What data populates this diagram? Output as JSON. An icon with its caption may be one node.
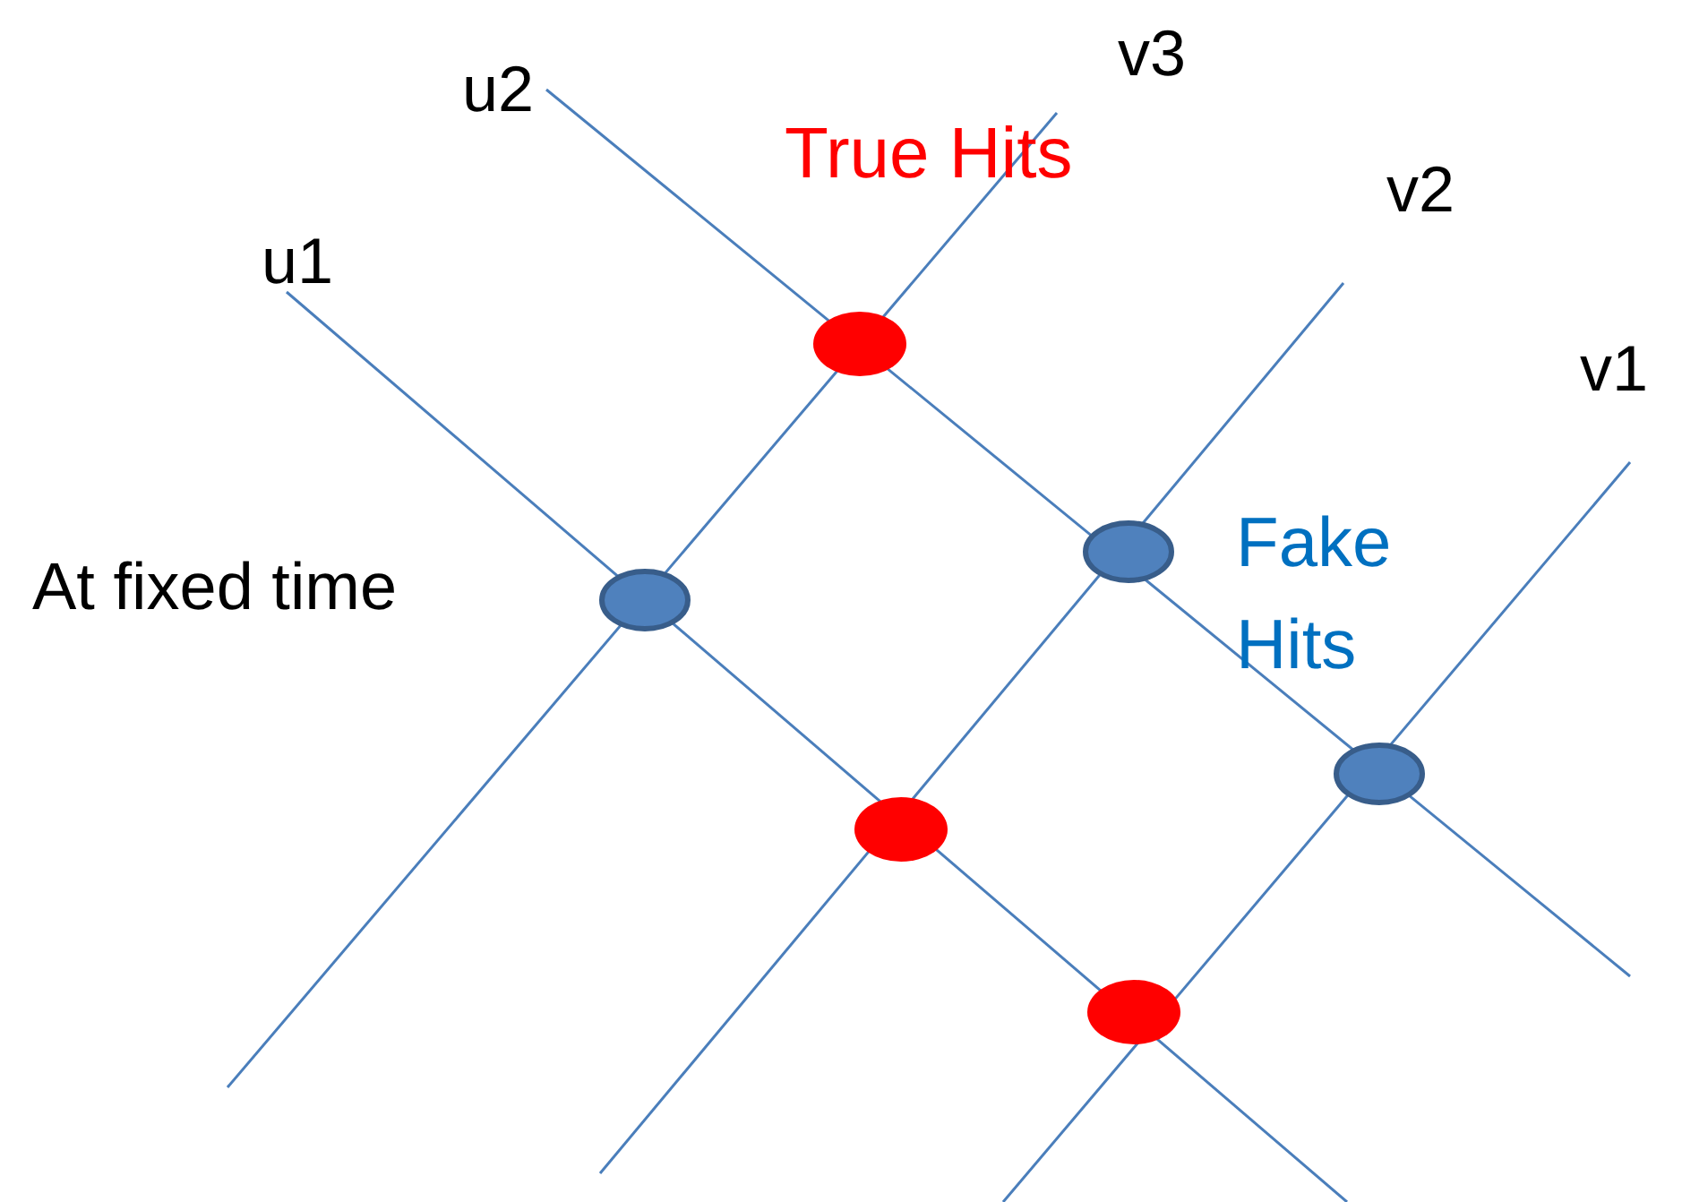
{
  "diagram": {
    "labels": [
      "u2",
      "v3",
      "True Hits",
      "v2",
      "u1",
      "v1",
      "At fixed time",
      "Fake Hits"
    ]
  }
}
